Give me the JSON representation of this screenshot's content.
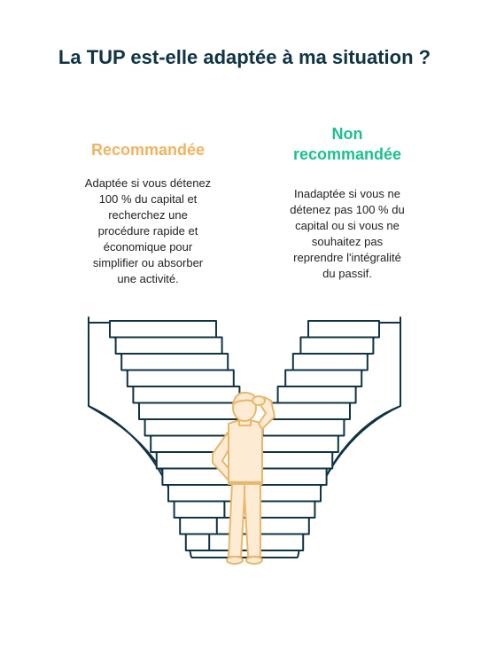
{
  "title": "La TUP est-elle adaptée à ma situation ?",
  "left": {
    "heading": "Recommandée",
    "text": "Adaptée si vous détenez\n100 % du capital et\nrecherchez une\nprocédure rapide et\néconomique pour\nsimplifier ou absorber\nune activité.",
    "color": "#f2b35f"
  },
  "right": {
    "heading": "Non\nrecommandée",
    "text": "Inadaptée si vous ne\ndétenez pas 100 % du\ncapital ou si vous ne\nsouhaitez pas\nreprendre l'intégralité\ndu passif.",
    "color": "#1cbf92"
  },
  "colors": {
    "title": "#0f3444",
    "stairs_outline": "#0f3444",
    "figure_fill": "#fdebd3",
    "figure_outline": "#eab66a"
  },
  "illustration": {
    "icons": [
      "left-staircase-icon",
      "right-staircase-icon",
      "thinking-person-icon"
    ]
  }
}
